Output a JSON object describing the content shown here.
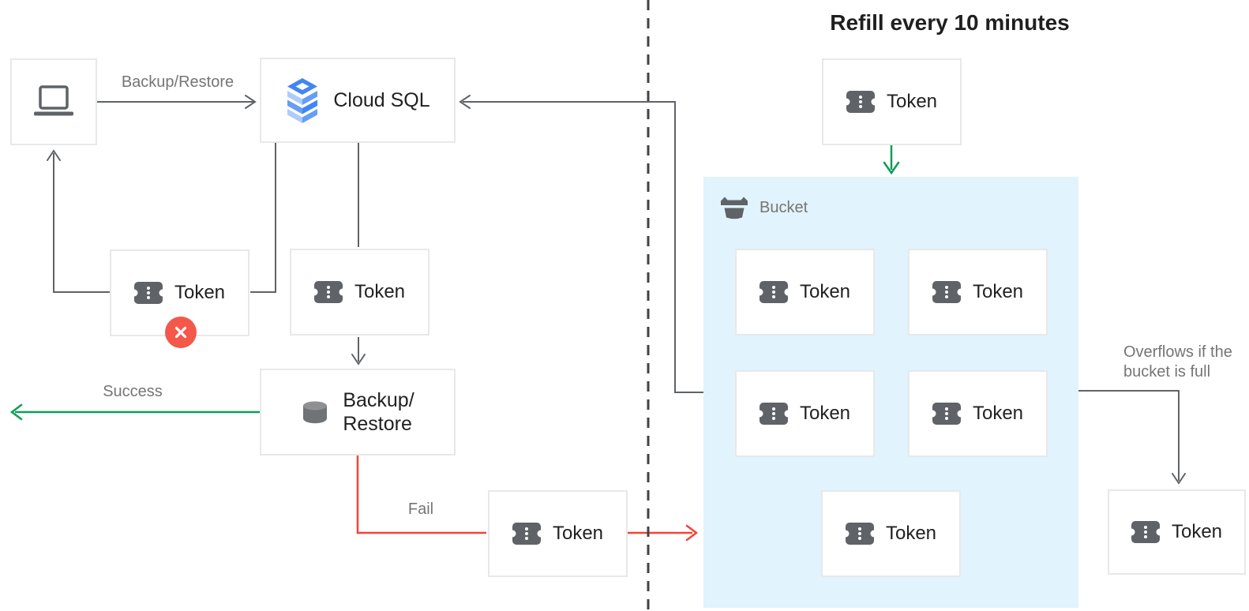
{
  "title": "Refill every 10 minutes",
  "labels": {
    "token": "Token",
    "cloud_sql": "Cloud SQL",
    "backup_restore_arrow": "Backup/Restore",
    "backup_restore_line1": "Backup/",
    "backup_restore_line2": "Restore",
    "success": "Success",
    "fail": "Fail",
    "bucket": "Bucket",
    "overflow_line1": "Overflows if the",
    "overflow_line2": "bucket is full"
  },
  "icons": {
    "laptop": "laptop-icon",
    "cloud_sql": "cloud-sql-stack-icon",
    "token": "token-ticket-icon",
    "database": "database-cylinder-icon",
    "bucket": "bucket-icon",
    "error": "error-x-icon"
  },
  "colors": {
    "connector_gray": "#5F6368",
    "success_green": "#0F9D58",
    "fail_red": "#F44336",
    "error_badge": "#F4584A",
    "bucket_fill": "#E1F3FC",
    "divider_gray": "#424242",
    "cloud_sql_blue": "#4285F4"
  }
}
